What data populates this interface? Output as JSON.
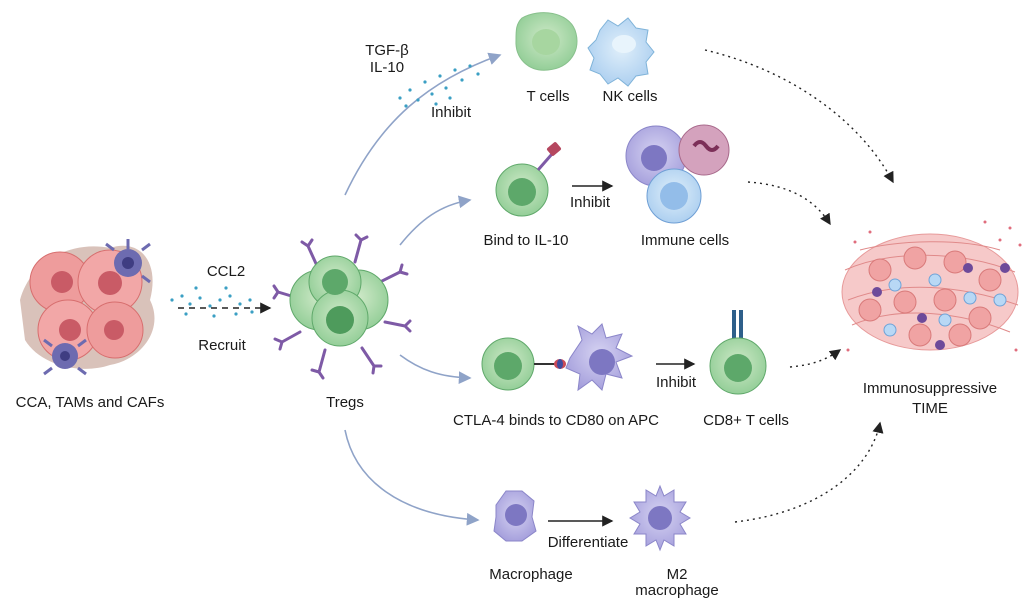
{
  "nodes": {
    "source": "CCA, TAMs and CAFs",
    "tregs": "Tregs",
    "t_cells": "T cells",
    "nk_cells": "NK cells",
    "bind_il10": "Bind to IL-10",
    "immune_cells": "Immune cells",
    "ctla4": "CTLA-4 binds to CD80 on APC",
    "cd8": "CD8+ T cells",
    "macrophage": "Macrophage",
    "m2_line1": "M2",
    "m2_line2": "macrophage",
    "time_line1": "Immunosuppressive",
    "time_line2": "TIME"
  },
  "edge_labels": {
    "ccl2": "CCL2",
    "recruit": "Recruit",
    "tgf": "TGF-β",
    "il10": "IL-10",
    "inhibit_top": "Inhibit",
    "inhibit_mid": "Inhibit",
    "inhibit_ctla": "Inhibit",
    "differentiate": "Differentiate"
  },
  "colors": {
    "tumor": "#e88a8a",
    "treg_green": "#7cc08a",
    "t_cell_green": "#b9e0b0",
    "nk_blue": "#b8daf0",
    "macrophage_purple": "#a9a3dd",
    "arrow_blue": "#8fa3c8",
    "receptor_purple": "#7e5aa6"
  }
}
